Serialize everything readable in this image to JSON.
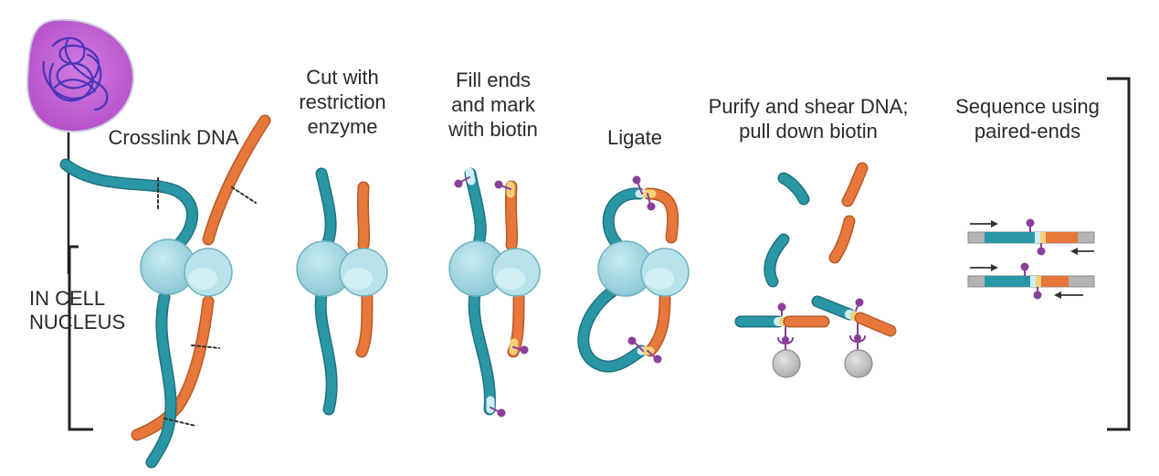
{
  "steps": [
    {
      "label": "Crosslink DNA"
    },
    {
      "label": "Cut with\nrestriction\nenzyme"
    },
    {
      "label": "Fill ends\nand mark\nwith biotin"
    },
    {
      "label": "Ligate"
    },
    {
      "label": "Purify and shear DNA;\npull down biotin"
    },
    {
      "label": "Sequence using\npaired-ends"
    }
  ],
  "location_label": "IN CELL\nNUCLEUS",
  "colors": {
    "teal_strand": "#2a97a6",
    "orange_strand": "#e7773a",
    "protein": "#a8d8e2",
    "biotin": "#8a3f9a",
    "junction": "#f3d27a",
    "bead": "#bdbdbd",
    "nucleus": "#c95bd6",
    "read_gray": "#b3b3b3"
  }
}
